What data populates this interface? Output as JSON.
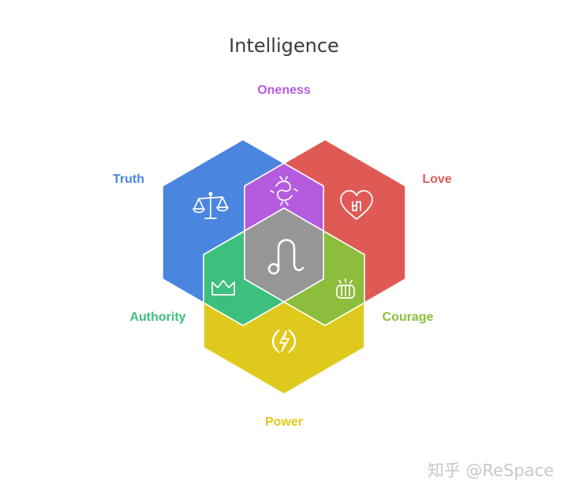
{
  "diagram": {
    "title": "Intelligence",
    "center_icon": "leo-symbol-icon",
    "segments": [
      {
        "key": "oneness",
        "label": "Oneness",
        "color": "#B45BE0",
        "icon": "swirl-icon"
      },
      {
        "key": "truth",
        "label": "Truth",
        "color": "#4A86E0",
        "icon": "balance-scale-icon"
      },
      {
        "key": "love",
        "label": "Love",
        "color": "#E05A55",
        "icon": "heart-icon"
      },
      {
        "key": "authority",
        "label": "Authority",
        "color": "#3CC07E",
        "icon": "crown-icon"
      },
      {
        "key": "courage",
        "label": "Courage",
        "color": "#8CBD3C",
        "icon": "fist-icon"
      },
      {
        "key": "power",
        "label": "Power",
        "color": "#DEC91C",
        "icon": "lightning-icon"
      }
    ],
    "center_color": "#969696"
  },
  "watermark": {
    "text": "知乎 @ReSpace"
  }
}
